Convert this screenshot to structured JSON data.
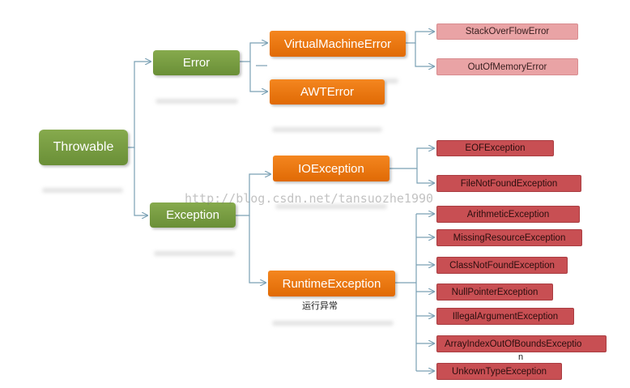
{
  "nodes": {
    "throwable": "Throwable",
    "error": "Error",
    "exception": "Exception",
    "virtual_machine_error": "VirtualMachineError",
    "awt_error": "AWTError",
    "io_exception": "IOException",
    "runtime_exception": "RuntimeException",
    "stack_overflow_error": "StackOverFlowError",
    "out_of_memory_error": "OutOfMemoryError",
    "eof_exception": "EOFException",
    "file_not_found_exception": "FileNotFoundException",
    "arithmetic_exception": "ArithmeticException",
    "missing_resource_exception": "MissingResourceException",
    "class_not_found_exception": "ClassNotFoundException",
    "null_pointer_exception": "NullPointerException",
    "illegal_argument_exception": "IllegalArgumentException",
    "array_index_out_of_bounds_exception": "ArrayIndexOutOfBoundsExceptio",
    "unknown_type_exception": "UnkownTypeException"
  },
  "overflow_char": "n",
  "runtime_note": "运行异常",
  "watermark": "http://blog.csdn.net/tansuozhe1990",
  "colors": {
    "category": "#78a042",
    "class": "#f07a12",
    "error_leaf": "#e9a3a5",
    "exception_leaf": "#c84f53",
    "connector": "#7aa0b4"
  }
}
